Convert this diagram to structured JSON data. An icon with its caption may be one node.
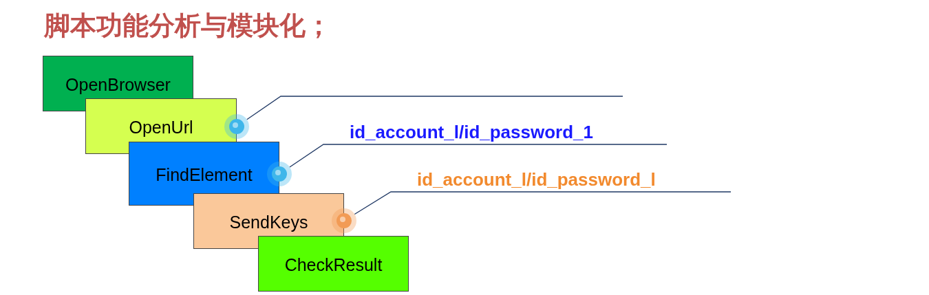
{
  "diagram": {
    "title": "脚本功能分析与模块化；",
    "nodes": [
      {
        "text": [
          "OpenBrowser"
        ]
      },
      {
        "text": [
          "OpenUrl"
        ]
      },
      {
        "text": [
          "FindElement"
        ]
      },
      {
        "text": [
          "SendKeys"
        ]
      },
      {
        "text": [
          "CheckResult"
        ]
      },
      {
        "text": [
          "id_account_l/id_password_1"
        ]
      },
      {
        "text": [
          "id_account_l/id_password_l"
        ]
      },
      {
        "text": [],
        "shape": "circle"
      },
      {
        "text": [],
        "shape": "circle"
      },
      {
        "text": [],
        "shape": "circle"
      }
    ],
    "edges": [
      {
        "from": null,
        "to": 7,
        "arrow": "none"
      },
      {
        "from": 5,
        "to": 8,
        "arrow": "none"
      },
      {
        "from": 6,
        "to": 9,
        "arrow": "none"
      }
    ]
  }
}
